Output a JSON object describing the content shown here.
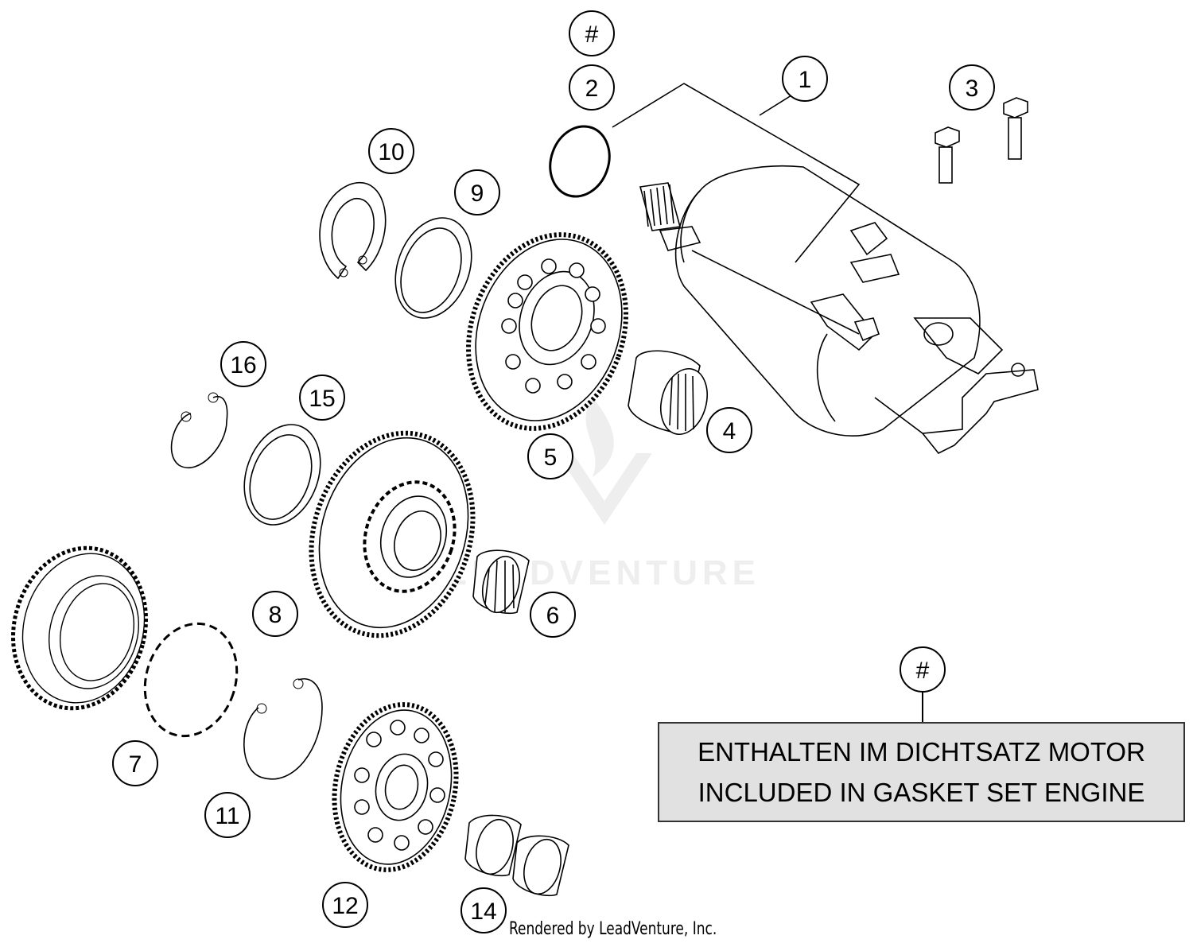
{
  "diagram": {
    "callouts": [
      {
        "id": "c1",
        "label": "1"
      },
      {
        "id": "c2",
        "label": "2"
      },
      {
        "id": "c2hash",
        "label": "#"
      },
      {
        "id": "c3",
        "label": "3"
      },
      {
        "id": "c4",
        "label": "4"
      },
      {
        "id": "c5",
        "label": "5"
      },
      {
        "id": "c6",
        "label": "6"
      },
      {
        "id": "c7",
        "label": "7"
      },
      {
        "id": "c8",
        "label": "8"
      },
      {
        "id": "c9",
        "label": "9"
      },
      {
        "id": "c10",
        "label": "10"
      },
      {
        "id": "c11",
        "label": "11"
      },
      {
        "id": "c12",
        "label": "12"
      },
      {
        "id": "c14",
        "label": "14"
      },
      {
        "id": "c15",
        "label": "15"
      },
      {
        "id": "c16",
        "label": "16"
      },
      {
        "id": "cnote",
        "label": "#"
      }
    ],
    "note": {
      "line1": "ENTHALTEN IM DICHTSATZ MOTOR",
      "line2": "INCLUDED IN GASKET SET ENGINE"
    },
    "watermark": "LEADVENTURE",
    "credit": "Rendered by LeadVenture, Inc."
  }
}
